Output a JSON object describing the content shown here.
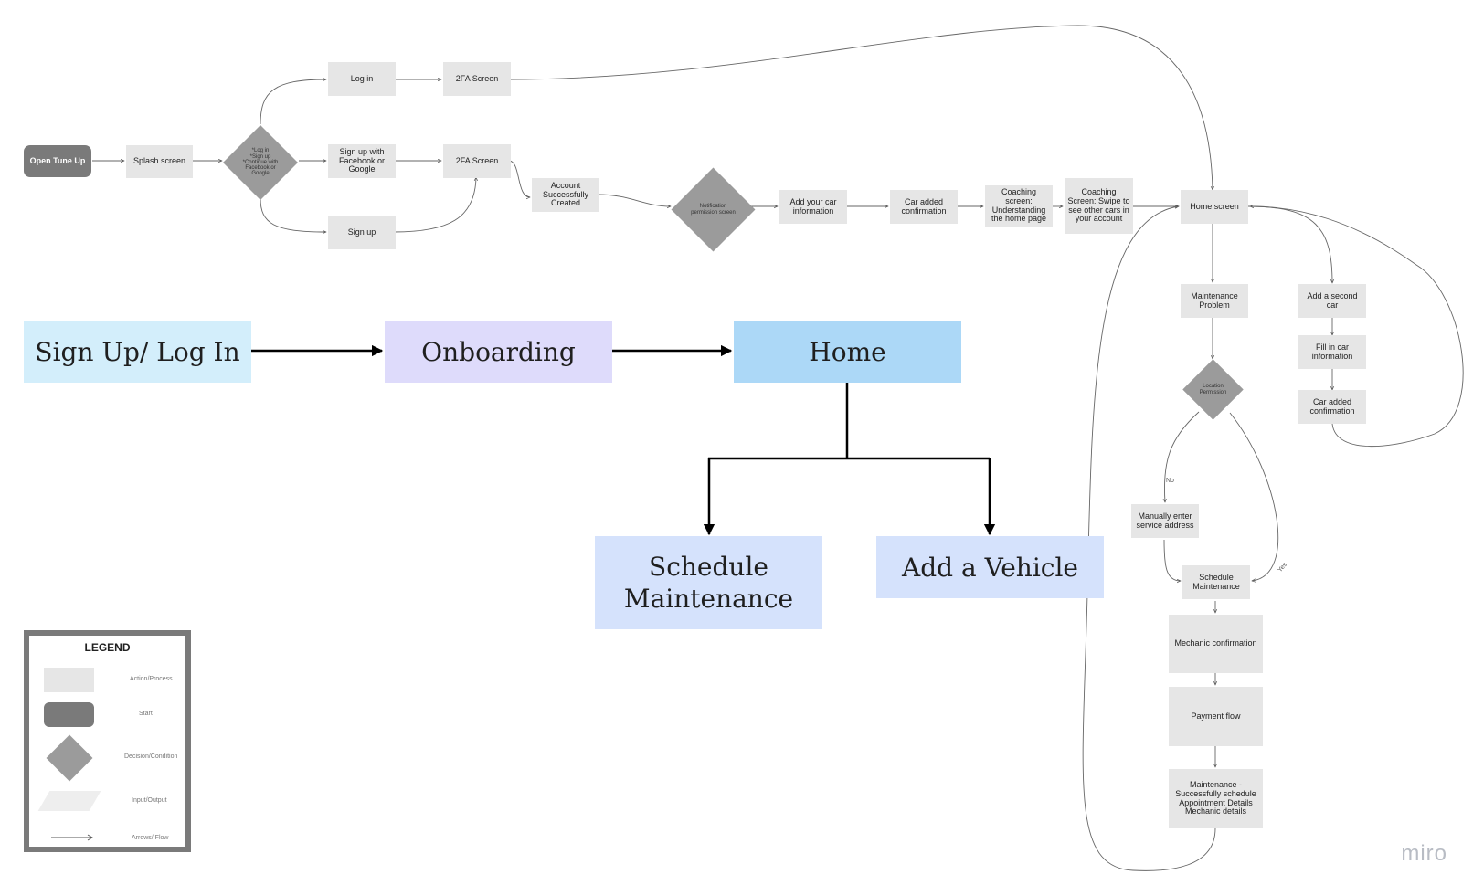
{
  "flow": {
    "open_tune_up": "Open Tune Up",
    "splash_screen": "Splash screen",
    "auth_decision": "*Log in\n*Sign up\n*Continue with Facebook or Google",
    "log_in": "Log in",
    "twofa_1": "2FA Screen",
    "sign_up_social": "Sign up with Facebook or Google",
    "twofa_2": "2FA Screen",
    "sign_up": "Sign up",
    "account_created": "Account Successfully Created",
    "notification_permission": "Notification permission screen",
    "add_car_info": "Add your car information",
    "car_added_1": "Car added confirmation",
    "coaching_home": "Coaching screen: Understanding the home page",
    "coaching_swipe": "Coaching Screen: Swipe to see other cars in your account",
    "home_screen": "Home screen",
    "maintenance_problem": "Maintenance Problem",
    "location_permission": "Location Permission",
    "manual_address": "Manually enter service address",
    "schedule_maintenance": "Schedule Maintenance",
    "mechanic_confirmation": "Mechanic confirmation",
    "payment_flow": "Payment flow",
    "maintenance_success": "Maintenance - Successfully schedule Appointment Details Mechanic details",
    "add_second_car": "Add a second car",
    "fill_car_info": "Fill in car information",
    "car_added_2": "Car added confirmation",
    "label_no": "No",
    "label_yes": "Yes"
  },
  "overview": {
    "signup_login": "Sign Up/ Log In",
    "onboarding": "Onboarding",
    "home": "Home",
    "schedule_maintenance": "Schedule Maintenance",
    "add_vehicle": "Add a Vehicle"
  },
  "legend": {
    "title": "LEGEND",
    "action": "Action/Process",
    "start": "Start",
    "decision": "Decision/Condition",
    "io": "Input/Output",
    "arrows": "Arrows/ Flow"
  },
  "brand": "miro",
  "colors": {
    "process": "#e6e6e6",
    "start": "#7a7a7a",
    "decision": "#9b9b9b",
    "signup_block": "#d3eefb",
    "onboarding_block": "#dedbfb",
    "home_block": "#acd8f7",
    "child_block": "#d5e2fc"
  }
}
